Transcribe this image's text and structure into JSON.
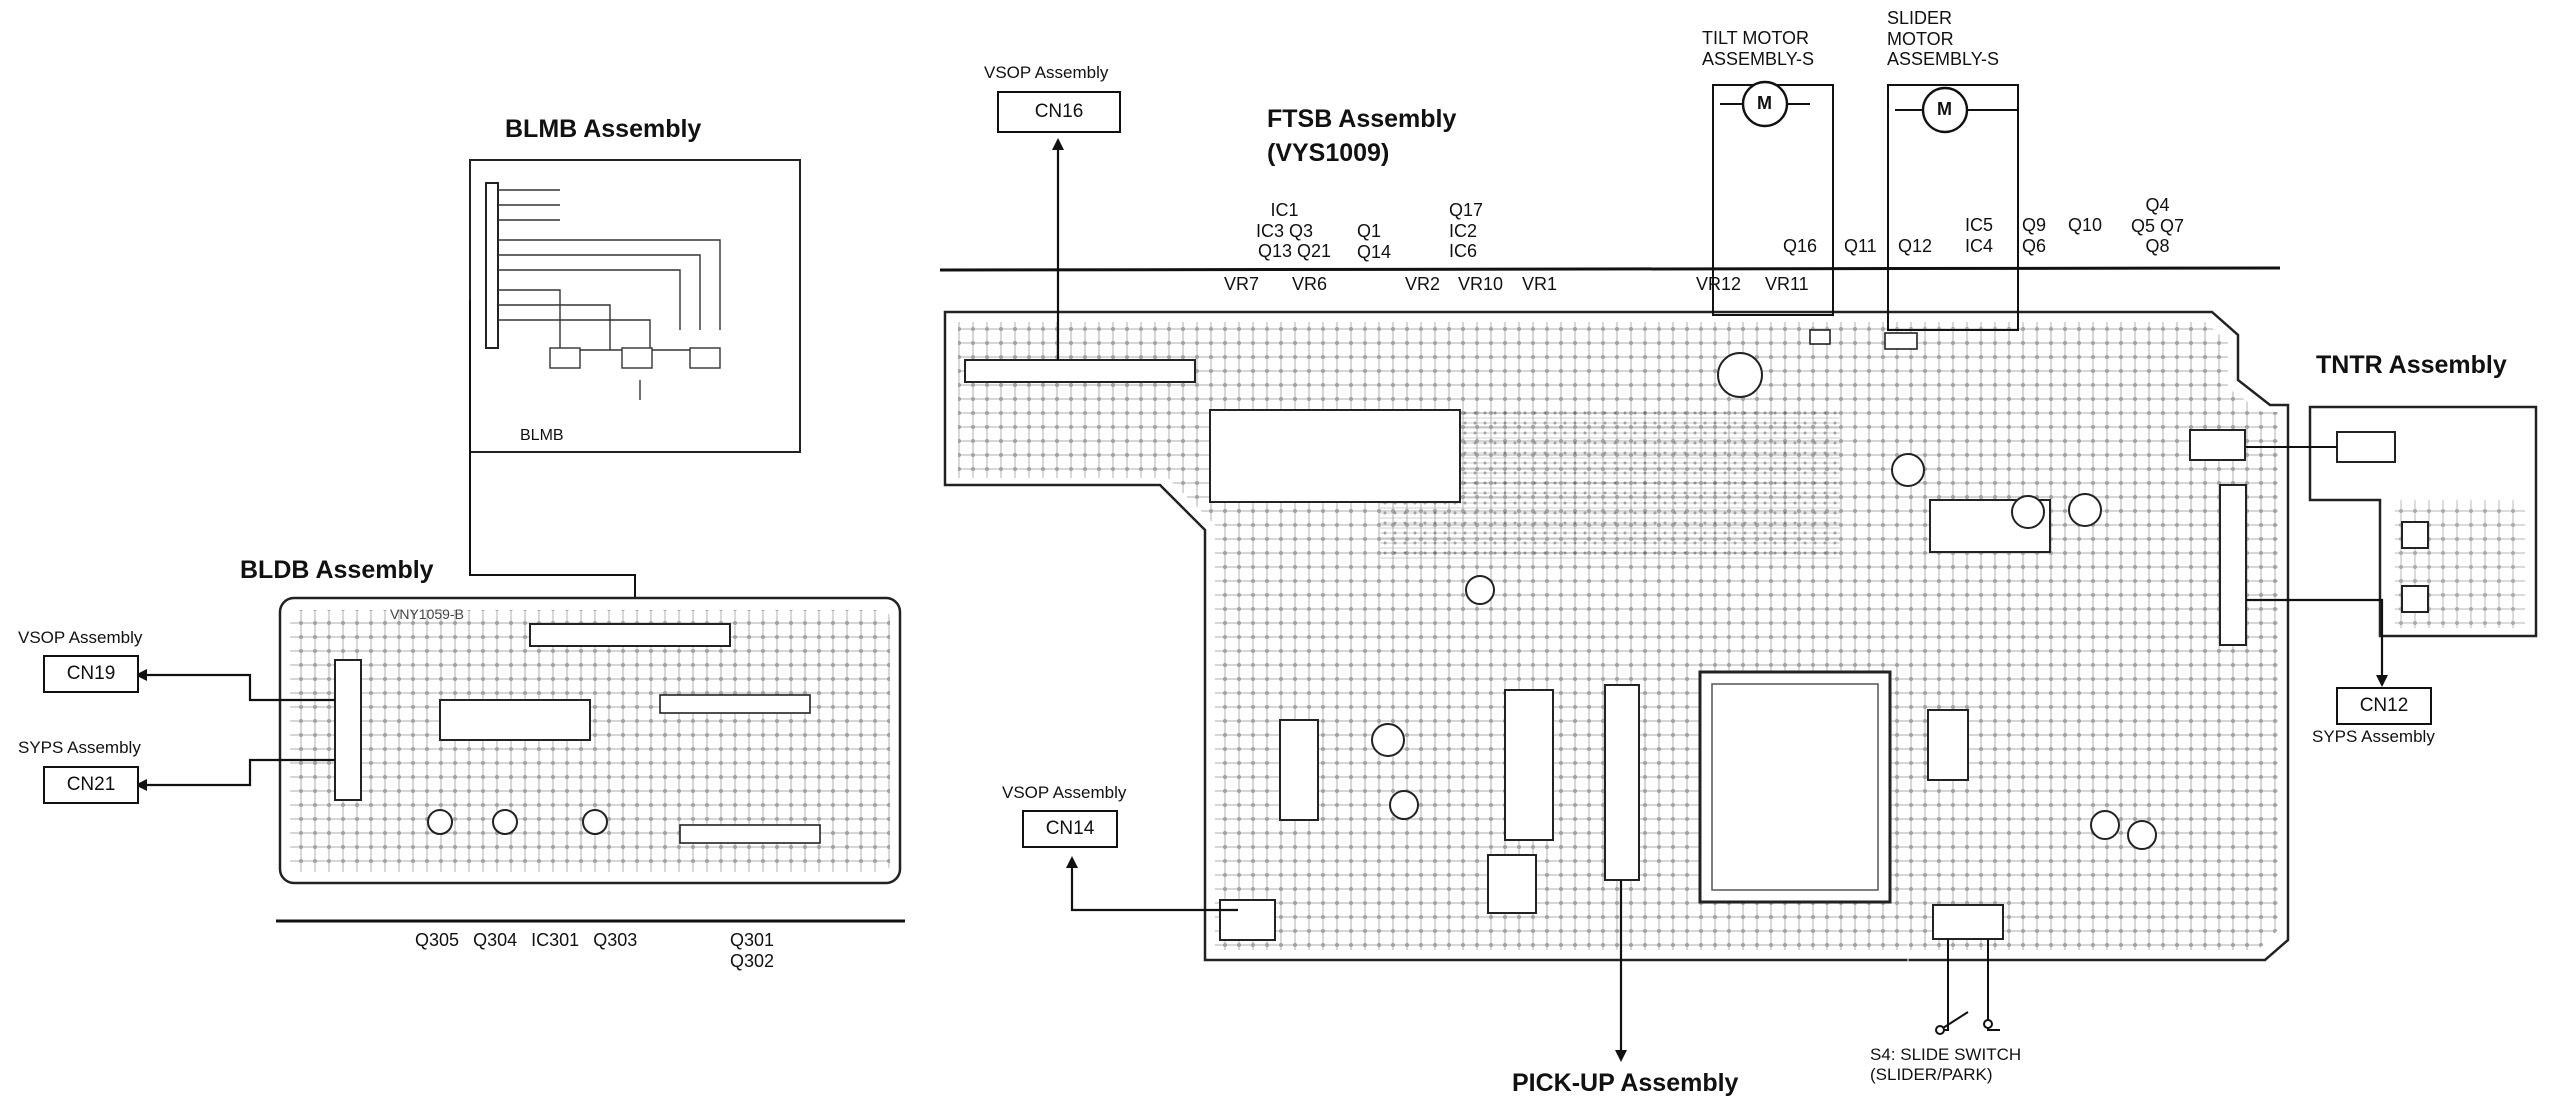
{
  "assemblies": {
    "blmb": {
      "title": "BLMB Assembly",
      "board_label": "BLMB"
    },
    "bldb": {
      "title": "BLDB Assembly",
      "silk": "VNY1059-B",
      "refs": [
        "Q305",
        "Q304",
        "IC301",
        "Q303"
      ],
      "refs2": [
        "Q301",
        "Q302"
      ]
    },
    "ftsb": {
      "title": "FTSB Assembly",
      "code": "(VYS1009)"
    },
    "tntr": {
      "title": "TNTR Assembly"
    },
    "pickup": {
      "title": "PICK-UP Assembly"
    },
    "tilt_motor": {
      "lines": [
        "TILT MOTOR",
        "ASSEMBLY-S"
      ]
    },
    "slider_motor": {
      "lines": [
        "SLIDER",
        "MOTOR",
        "ASSEMBLY-S"
      ]
    }
  },
  "connectors": {
    "cn16": {
      "label": "CN16",
      "caption": "VSOP Assembly"
    },
    "cn19": {
      "label": "CN19",
      "caption": "VSOP Assembly"
    },
    "cn21": {
      "label": "CN21",
      "caption": "SYPS Assembly"
    },
    "cn14": {
      "label": "CN14",
      "caption": "VSOP Assembly"
    },
    "cn12": {
      "label": "CN12",
      "caption": "SYPS Assembly"
    }
  },
  "switch": {
    "lines": [
      "S4: SLIDE SWITCH",
      "(SLIDER/PARK)"
    ]
  },
  "ftsb_refs": {
    "group_a": [
      "IC1",
      "IC3  Q3",
      "Q13  Q21"
    ],
    "group_b": [
      "Q1",
      "Q14"
    ],
    "group_c": [
      "Q17",
      "IC2",
      "IC6"
    ],
    "vr_row": [
      "VR7",
      "VR6",
      "VR2",
      "VR10",
      "VR1",
      "VR12",
      "VR11"
    ],
    "q_row": [
      "Q16",
      "Q11",
      "Q12"
    ],
    "group_d": [
      "IC5",
      "IC4"
    ],
    "group_e": [
      "Q9",
      "Q6"
    ],
    "q10": "Q10",
    "group_f": [
      "Q4",
      "Q5  Q7",
      "Q8"
    ]
  },
  "motor_symbol": "M"
}
